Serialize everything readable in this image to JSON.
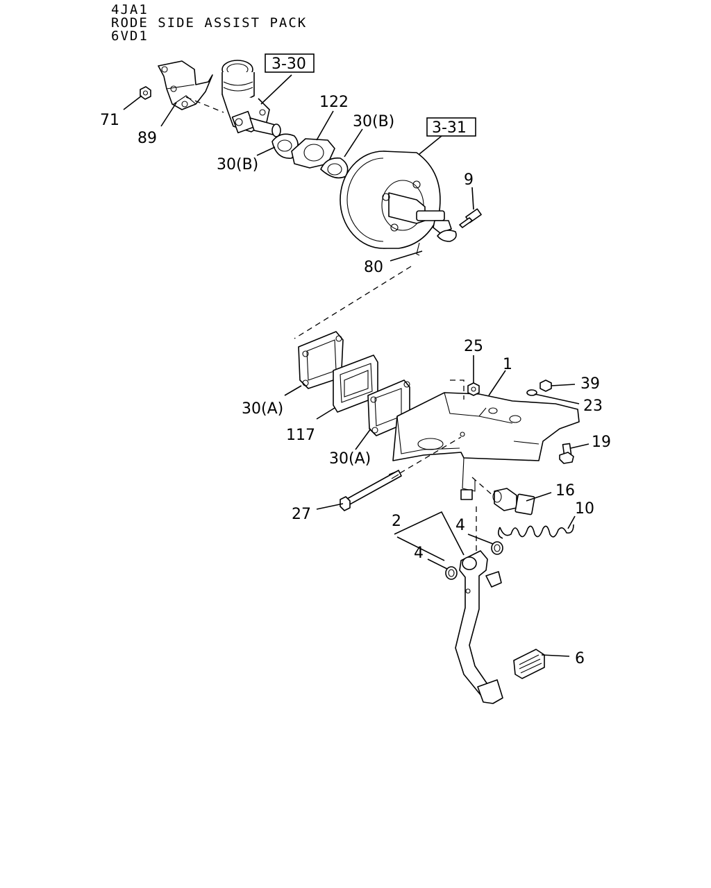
{
  "header": {
    "line1": "4JA1",
    "line2": "RODE SIDE ASSIST PACK",
    "line3": "6VD1"
  },
  "refs": {
    "ref_3_30": "3-30",
    "ref_3_31": "3-31"
  },
  "labels": {
    "p71": "71",
    "p89": "89",
    "p122": "122",
    "p30b_upper": "30(B)",
    "p30b_lower": "30(B)",
    "p9": "9",
    "p80": "80",
    "p25": "25",
    "p1": "1",
    "p39": "39",
    "p23": "23",
    "p19": "19",
    "p30a_left": "30(A)",
    "p117": "117",
    "p30a_right": "30(A)",
    "p16": "16",
    "p27": "27",
    "p10": "10",
    "p2": "2",
    "p4_upper": "4",
    "p4_lower": "4",
    "p6": "6"
  }
}
